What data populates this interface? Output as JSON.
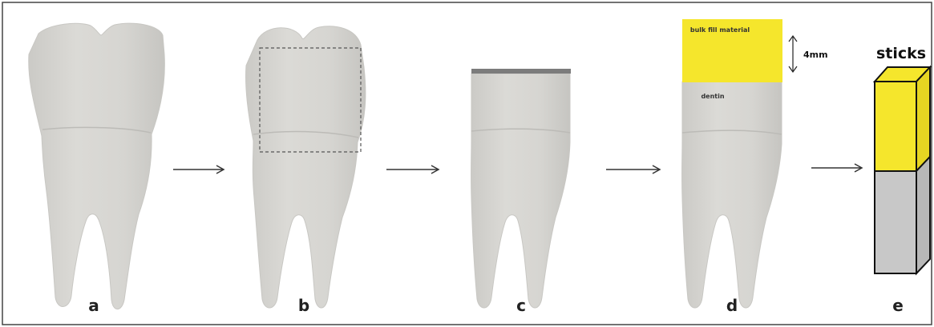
{
  "panels": [
    {
      "label": "a"
    },
    {
      "label": "b"
    },
    {
      "label": "c"
    },
    {
      "label": "d"
    },
    {
      "label": "e"
    }
  ],
  "annotations": {
    "bulk_fill": "bulk fill material",
    "dentin": "dentin",
    "depth": "4mm",
    "sticks": "sticks"
  },
  "colors": {
    "tooth": "#d5d4d0",
    "tooth_edge": "#c8c7c3",
    "composite": "#f5e62c",
    "stick_dentin": "#c8c8c8",
    "cut_line": "#7c7c7c",
    "arrow": "#333333",
    "frame": "#444444"
  },
  "icons": {
    "process_arrow": "right-arrow-icon",
    "depth_marker": "double-arrow-icon"
  }
}
